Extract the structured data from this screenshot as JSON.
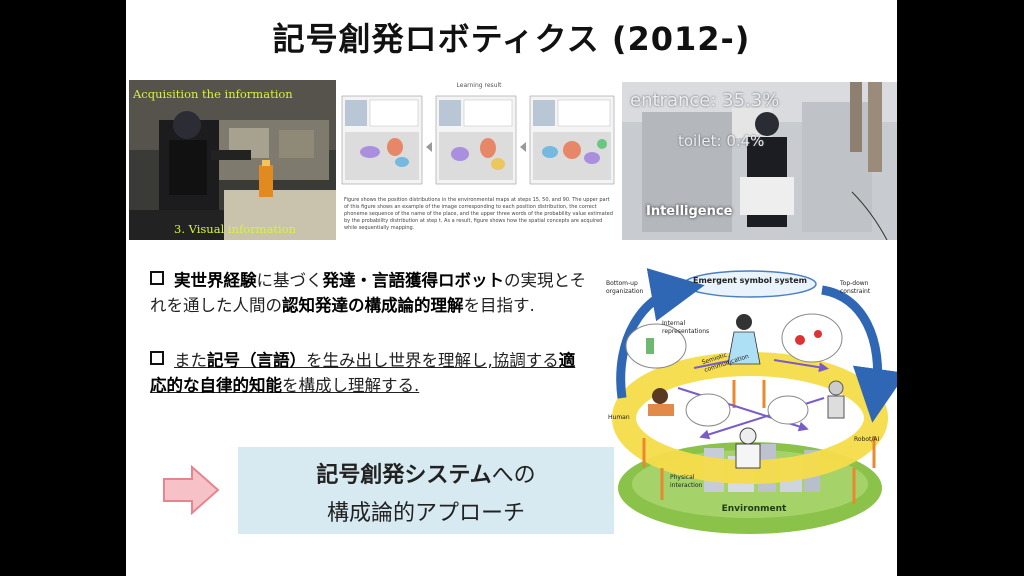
{
  "slide": {
    "title": "記号創発ロボティクス (2012-)"
  },
  "images": {
    "acquisition": {
      "caption_top": "Acquisition the information",
      "caption_bottom": "3. Visual information"
    },
    "learning": {
      "title": "Learning result",
      "figure_caption": "Figure shows the position distributions in the environmental maps at steps 15, 50, and 90. The upper part of this figure shows an example of the image corresponding to each position distribution, the correct phoneme sequence of the name of the place, and the upper three words of the probability value estimated by the probability distribution at step t. As a result, figure shows how the spatial concepts are acquired while sequentially mapping."
    },
    "intelligence": {
      "line1": "entrance: 35.3%",
      "line2": "toilet: 0.4%",
      "label": "Intelligence"
    }
  },
  "bullets": [
    {
      "parts": [
        {
          "t": "実世界経験",
          "b": true
        },
        {
          "t": "に基づく",
          "b": false
        },
        {
          "t": "発達・言語獲得ロボット",
          "b": true
        },
        {
          "t": "の実現とそれを通した人間の",
          "b": false
        },
        {
          "t": "認知発達の構成論的理解",
          "b": true
        },
        {
          "t": "を目指す.",
          "b": false
        }
      ]
    },
    {
      "parts": [
        {
          "t": "また",
          "b": false
        },
        {
          "t": "記号（言語）",
          "b": true
        },
        {
          "t": "を生み出し世界を理解し,協調する",
          "b": false
        },
        {
          "t": "適応的な自律的知能",
          "b": true
        },
        {
          "t": "を構成し理解する.",
          "b": false
        }
      ]
    }
  ],
  "approach": {
    "line1_bold": "記号創発システム",
    "line1_rest": "への",
    "line2": "構成論的アプローチ"
  },
  "diagram": {
    "emergent": "Emergent symbol system",
    "bottom_up": "Bottom-up organization",
    "top_down": "Top-down constraint",
    "internal": "Internal representations",
    "semiotic": "Semiotic communication",
    "human": "Human",
    "robot": "Robot/AI",
    "physical": "Physical interaction",
    "environment": "Environment"
  }
}
